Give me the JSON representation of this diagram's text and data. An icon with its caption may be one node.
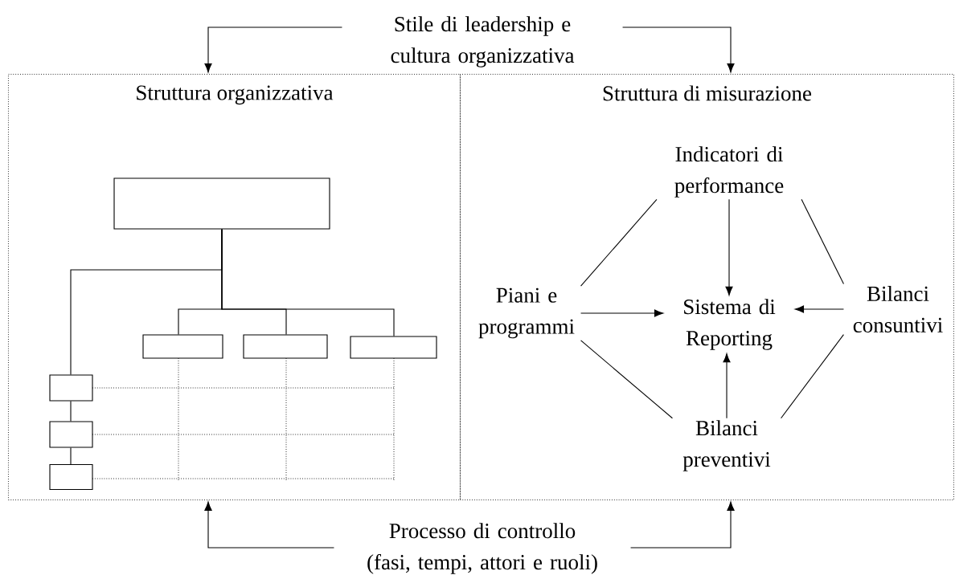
{
  "diagram": {
    "nodes": [
      {
        "text": [
          "Stile di leadership e cultura organizzativa"
        ]
      },
      {
        "text": [
          "Struttura organizzativa"
        ]
      },
      {
        "text": [
          "Struttura di misurazione"
        ]
      },
      {
        "text": [],
        "shape": "box",
        "in": 1
      },
      {
        "text": [],
        "shape": "box",
        "in": 1
      },
      {
        "text": [],
        "shape": "box",
        "in": 1
      },
      {
        "text": [],
        "shape": "box",
        "in": 1
      },
      {
        "text": [],
        "shape": "box",
        "in": 1
      },
      {
        "text": [],
        "shape": "box",
        "in": 1
      },
      {
        "text": [],
        "shape": "box",
        "in": 1
      },
      {
        "text": [
          "Indicatori di performance"
        ],
        "in": 2
      },
      {
        "text": [
          "Piani e programmi"
        ],
        "in": 2
      },
      {
        "text": [
          "Sistema di Reporting"
        ],
        "in": 2
      },
      {
        "text": [
          "Bilanci consuntivi"
        ],
        "in": 2
      },
      {
        "text": [
          "Bilanci preventivi"
        ],
        "in": 2
      },
      {
        "text": [
          "Processo di controllo (fasi, tempi, attori e ruoli)"
        ]
      }
    ],
    "edges": [
      {
        "from": 0,
        "to": 1,
        "arrow": "to"
      },
      {
        "from": 0,
        "to": 2,
        "arrow": "to"
      },
      {
        "from": 3,
        "to": 4,
        "arrow": "none"
      },
      {
        "from": 3,
        "to": 5,
        "arrow": "none"
      },
      {
        "from": 3,
        "to": 6,
        "arrow": "none"
      },
      {
        "from": 3,
        "to": 7,
        "arrow": "none"
      },
      {
        "from": 7,
        "to": 8,
        "arrow": "none"
      },
      {
        "from": 8,
        "to": 9,
        "arrow": "none"
      },
      {
        "from": 10,
        "to": 12,
        "arrow": "to"
      },
      {
        "from": 11,
        "to": 12,
        "arrow": "to"
      },
      {
        "from": 13,
        "to": 12,
        "arrow": "to"
      },
      {
        "from": 14,
        "to": 12,
        "arrow": "to"
      },
      {
        "from": 11,
        "to": 10,
        "arrow": "none"
      },
      {
        "from": 10,
        "to": 13,
        "arrow": "none"
      },
      {
        "from": 13,
        "to": 14,
        "arrow": "none"
      },
      {
        "from": 14,
        "to": 11,
        "arrow": "none"
      },
      {
        "from": 15,
        "to": 1,
        "arrow": "to"
      },
      {
        "from": 15,
        "to": 2,
        "arrow": "to"
      }
    ]
  }
}
